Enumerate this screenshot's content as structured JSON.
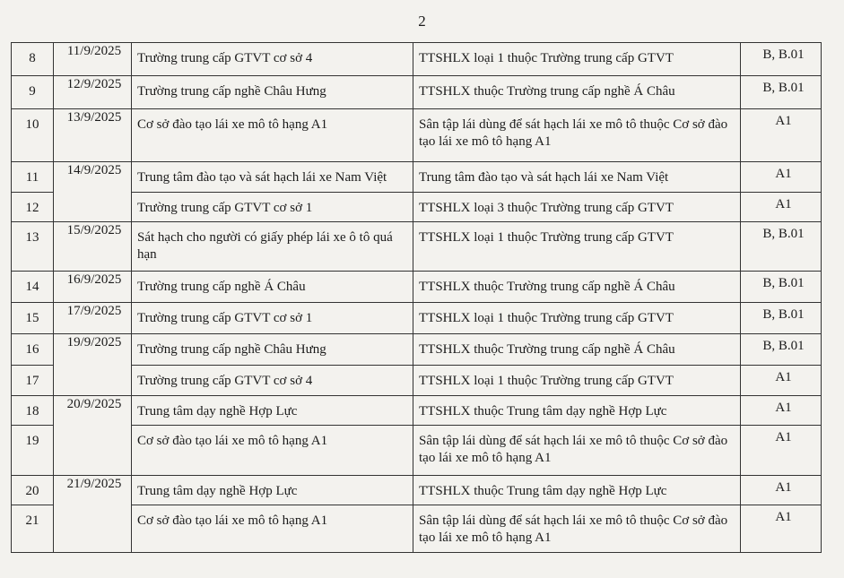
{
  "page_number": "2",
  "rows": [
    {
      "no": "8",
      "date": "11/9/2025",
      "unit": "Trường trung cấp GTVT cơ sở 4",
      "place": "TTSHLX loại 1 thuộc Trường trung cấp GTVT",
      "class": "B, B.01"
    },
    {
      "no": "9",
      "date": "12/9/2025",
      "unit": "Trường trung cấp nghề Châu Hưng",
      "place": "TTSHLX thuộc Trường trung cấp nghề Á Châu",
      "class": "B, B.01"
    },
    {
      "no": "10",
      "date": "13/9/2025",
      "unit": "Cơ sở đào tạo lái xe mô tô hạng A1",
      "place": "Sân tập lái dùng để sát hạch lái xe mô tô thuộc Cơ sở đào tạo lái xe mô tô hạng A1",
      "class": "A1"
    },
    {
      "no": "11",
      "date": "14/9/2025",
      "unit": "Trung tâm đào tạo và sát hạch lái xe Nam Việt",
      "place": "Trung tâm đào tạo và sát hạch lái xe Nam Việt",
      "class": "A1"
    },
    {
      "no": "12",
      "date": "",
      "unit": "Trường trung cấp GTVT cơ sở 1",
      "place": "TTSHLX loại 3 thuộc Trường trung cấp GTVT",
      "class": "A1"
    },
    {
      "no": "13",
      "date": "15/9/2025",
      "unit": "Sát hạch cho người có giấy phép lái xe ô tô quá hạn",
      "place": "TTSHLX loại 1 thuộc Trường trung cấp GTVT",
      "class": "B, B.01"
    },
    {
      "no": "14",
      "date": "16/9/2025",
      "unit": "Trường trung cấp nghề Á Châu",
      "place": "TTSHLX thuộc Trường trung cấp nghề Á Châu",
      "class": "B, B.01"
    },
    {
      "no": "15",
      "date": "17/9/2025",
      "unit": "Trường trung cấp GTVT cơ sở 1",
      "place": "TTSHLX loại 1 thuộc Trường trung cấp GTVT",
      "class": "B, B.01"
    },
    {
      "no": "16",
      "date": "19/9/2025",
      "unit": "Trường trung cấp nghề Châu Hưng",
      "place": "TTSHLX thuộc Trường trung cấp nghề Á Châu",
      "class": "B, B.01"
    },
    {
      "no": "17",
      "date": "",
      "unit": "Trường trung cấp GTVT cơ sở 4",
      "place": "TTSHLX loại 1 thuộc Trường trung cấp GTVT",
      "class": "A1"
    },
    {
      "no": "18",
      "date": "20/9/2025",
      "unit": "Trung tâm dạy nghề Hợp Lực",
      "place": "TTSHLX thuộc Trung tâm dạy nghề Hợp Lực",
      "class": "A1"
    },
    {
      "no": "19",
      "date": "",
      "unit": "Cơ sở đào tạo lái xe mô tô hạng A1",
      "place": "Sân tập lái dùng để sát hạch lái xe mô tô thuộc Cơ sở đào tạo lái xe mô tô hạng A1",
      "class": "A1"
    },
    {
      "no": "20",
      "date": "21/9/2025",
      "unit": "Trung tâm dạy nghề Hợp Lực",
      "place": "TTSHLX thuộc Trung tâm dạy nghề Hợp Lực",
      "class": "A1"
    },
    {
      "no": "21",
      "date": "",
      "unit": "Cơ sở đào tạo lái xe mô tô hạng A1",
      "place": "Sân tập lái dùng để sát hạch lái xe mô tô thuộc Cơ sở đào tạo lái xe mô tô hạng A1",
      "class": "A1"
    }
  ]
}
